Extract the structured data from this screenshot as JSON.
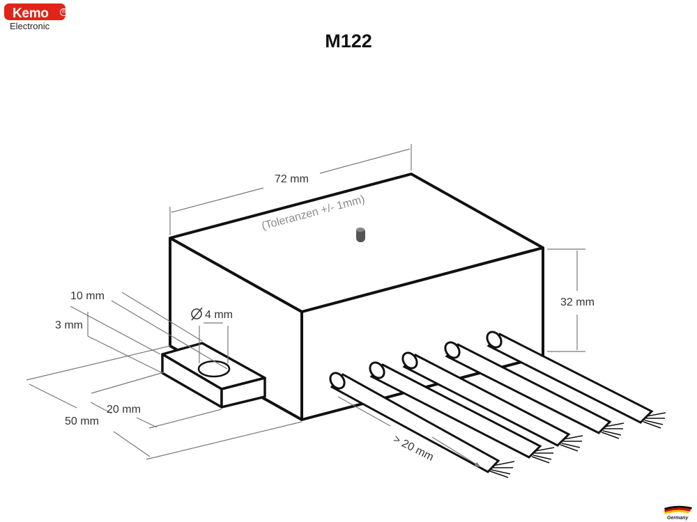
{
  "brand": {
    "name": "Kemo",
    "sub": "Electronic",
    "registered": "®",
    "color": "#e2231a"
  },
  "title": "M122",
  "dimensions": {
    "width": "72 mm",
    "tolerance": "(Toleranzen +/- 1mm)",
    "height": "32 mm",
    "tab_length": "10 mm",
    "tab_thickness": "3 mm",
    "hole": "4 mm",
    "tab_width": "20 mm",
    "depth": "50 mm",
    "wire_length": "> 20 mm"
  },
  "badge": {
    "text": "Germany"
  },
  "icons": {
    "diameter": "diameter-icon",
    "flag": "germany-flag-icon",
    "led": "led-icon"
  }
}
